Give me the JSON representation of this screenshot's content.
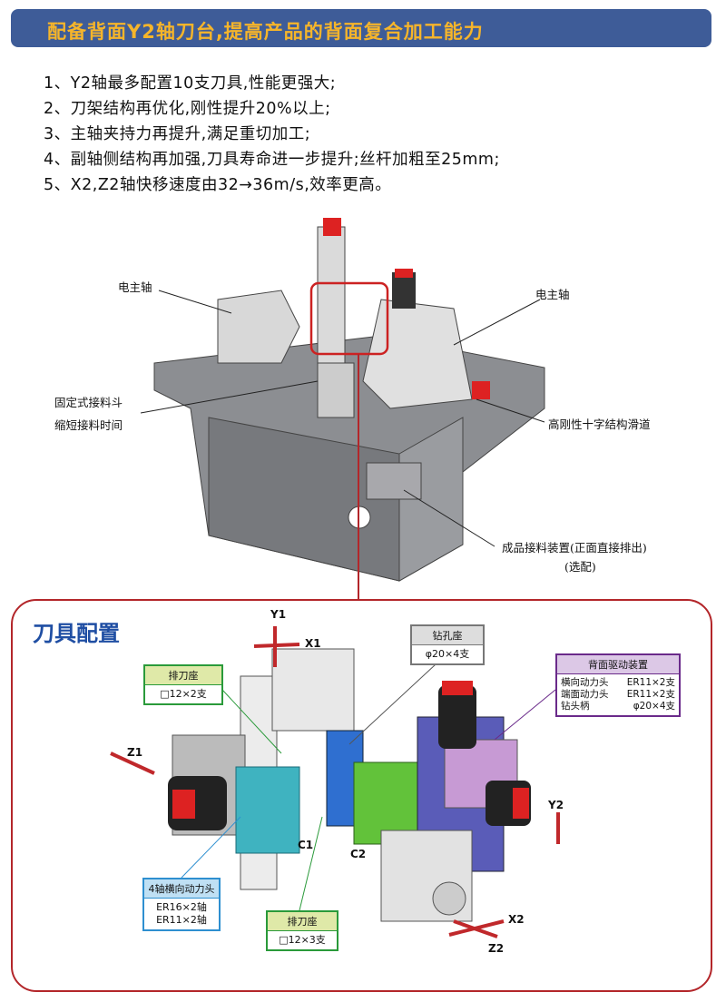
{
  "banner": {
    "title": "配备背面Y2轴刀台,提高产品的背面复合加工能力"
  },
  "features": [
    "1、Y2轴最多配置10支刀具,性能更强大;",
    "2、刀架结构再优化,刚性提升20%以上;",
    "3、主轴夹持力再提升,满足重切加工;",
    "4、副轴侧结构再加强,刀具寿命进一步提升;丝杆加粗至25mm;",
    "5、X2,Z2轴快移速度由32→36m/s,效率更高。"
  ],
  "machine_labels": {
    "spindle_left": "电主轴",
    "spindle_right": "电主轴",
    "hopper_1": "固定式接料斗",
    "hopper_2": "缩短接料时间",
    "slide": "高刚性十字结构滑道",
    "collector": "成品接料装置(正面直接排出)",
    "optional": "(选配)"
  },
  "tooling": {
    "title": "刀具配置",
    "axes": {
      "y1": "Y1",
      "x1": "X1",
      "z1": "Z1",
      "y2": "Y2",
      "c1": "C1",
      "c2": "C2",
      "x2": "X2",
      "z2": "Z2"
    },
    "gang_top": {
      "title": "排刀座",
      "spec": "□12×2支"
    },
    "drill": {
      "title": "钻孔座",
      "spec": "φ20×4支"
    },
    "back_drive": {
      "title": "背面驱动装置",
      "rows": [
        {
          "name": "横向动力头",
          "spec": "ER11×2支"
        },
        {
          "name": "端面动力头",
          "spec": "ER11×2支"
        },
        {
          "name": "钻头柄",
          "spec": "φ20×4支"
        }
      ]
    },
    "live_4axis": {
      "title": "4轴横向动力头",
      "spec1": "ER16×2轴",
      "spec2": "ER11×2轴"
    },
    "gang_bottom": {
      "title": "排刀座",
      "spec": "□12×3支"
    }
  },
  "colors": {
    "banner": "#3e5c98",
    "banner_text": "#f6b52a",
    "accent_red": "#b3262a",
    "title_blue": "#1f4ea3"
  }
}
